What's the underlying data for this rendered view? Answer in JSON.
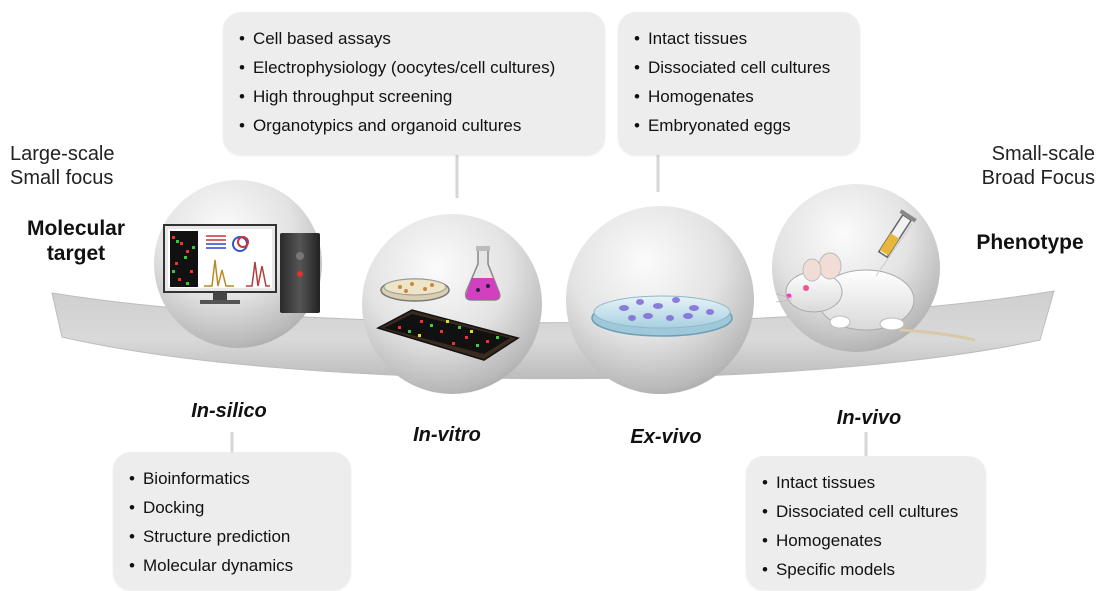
{
  "scale_labels": {
    "left": [
      "Large-scale",
      "Small focus"
    ],
    "right": [
      "Small-scale",
      "Broad Focus"
    ]
  },
  "endpoints": {
    "left": [
      "Molecular",
      "target"
    ],
    "right": [
      "Phenotype"
    ]
  },
  "stages": {
    "in_silico": {
      "label": "In-silico",
      "items": [
        "Bioinformatics",
        "Docking",
        "Structure prediction",
        "Molecular dynamics"
      ]
    },
    "in_vitro": {
      "label": "In-vitro",
      "items": [
        "Cell based assays",
        "Electrophysiology (oocytes/cell cultures)",
        "High throughput screening",
        "Organotypics and organoid cultures"
      ]
    },
    "ex_vivo": {
      "label": "Ex-vivo",
      "items": [
        "Intact tissues",
        "Dissociated cell cultures",
        "Homogenates",
        "Embryonated eggs"
      ]
    },
    "in_vivo": {
      "label": "In-vivo",
      "items": [
        "Intact tissues",
        "Dissociated cell cultures",
        "Homogenates",
        "Specific models"
      ]
    }
  },
  "icons": {
    "in_silico": "computer-workstation-icon",
    "in_vitro": "petri-dish-flask-microplate-icon",
    "ex_vivo": "petri-dish-cells-icon",
    "in_vivo": "mouse-syringe-icon"
  },
  "colors": {
    "sphere_light": "#f4f4f4",
    "sphere_dark": "#9a9a9a",
    "infobox_bg": "#ededed",
    "flask_liquid": "#d23fbf",
    "cell_purple": "#7e6ad6"
  }
}
